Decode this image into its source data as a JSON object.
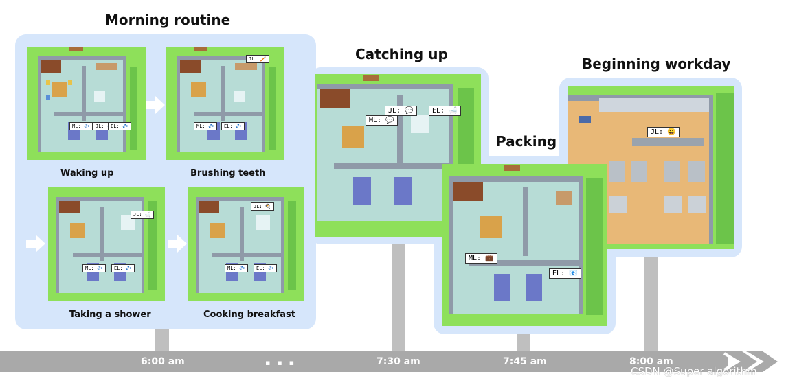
{
  "groups": {
    "morning": {
      "title": "Morning routine"
    },
    "catching": {
      "title": "Catching up"
    },
    "packing": {
      "title": "Packing"
    },
    "workday": {
      "title": "Beginning workday"
    }
  },
  "scenes": {
    "waking": {
      "caption": "Waking up",
      "bubbles": [
        {
          "text": "ML: 💤"
        },
        {
          "text": "JL: 💤"
        },
        {
          "text": "EL: 💤"
        }
      ]
    },
    "brushing": {
      "caption": "Brushing teeth",
      "bubbles": [
        {
          "text": "JL: 🪥"
        },
        {
          "text": "ML: 💤"
        },
        {
          "text": "EL: 💤"
        }
      ]
    },
    "shower": {
      "caption": "Taking a shower",
      "bubbles": [
        {
          "text": "JL: 🛁"
        },
        {
          "text": "ML: 💤"
        },
        {
          "text": "EL: 💤"
        }
      ]
    },
    "breakfast": {
      "caption": "Cooking breakfast",
      "bubbles": [
        {
          "text": "JL: 🍳"
        },
        {
          "text": "ML: 💤"
        },
        {
          "text": "EL: 💤"
        }
      ]
    },
    "catching": {
      "bubbles": [
        {
          "text": "JL: 💬"
        },
        {
          "text": "ML: 💬"
        },
        {
          "text": "EL: 🛁"
        }
      ]
    },
    "packing": {
      "bubbles": [
        {
          "text": "ML: 💼"
        },
        {
          "text": "EL: 📧"
        }
      ]
    },
    "workday": {
      "bubbles": [
        {
          "text": "JL: 😀"
        }
      ]
    }
  },
  "timeline": {
    "labels": [
      "6:00 am",
      "▪ ▪ ▪",
      "7:30 am",
      "7:45 am",
      "8:00 am"
    ]
  },
  "watermark": "CSDN @Super algorithm",
  "colors": {
    "panel": "#d6e6fb",
    "timeline": "#a9a9a9",
    "grass": "#8ee05a",
    "floor": "#b7dcd6",
    "wall": "#8f9aa8",
    "store_floor": "#e8b877"
  }
}
